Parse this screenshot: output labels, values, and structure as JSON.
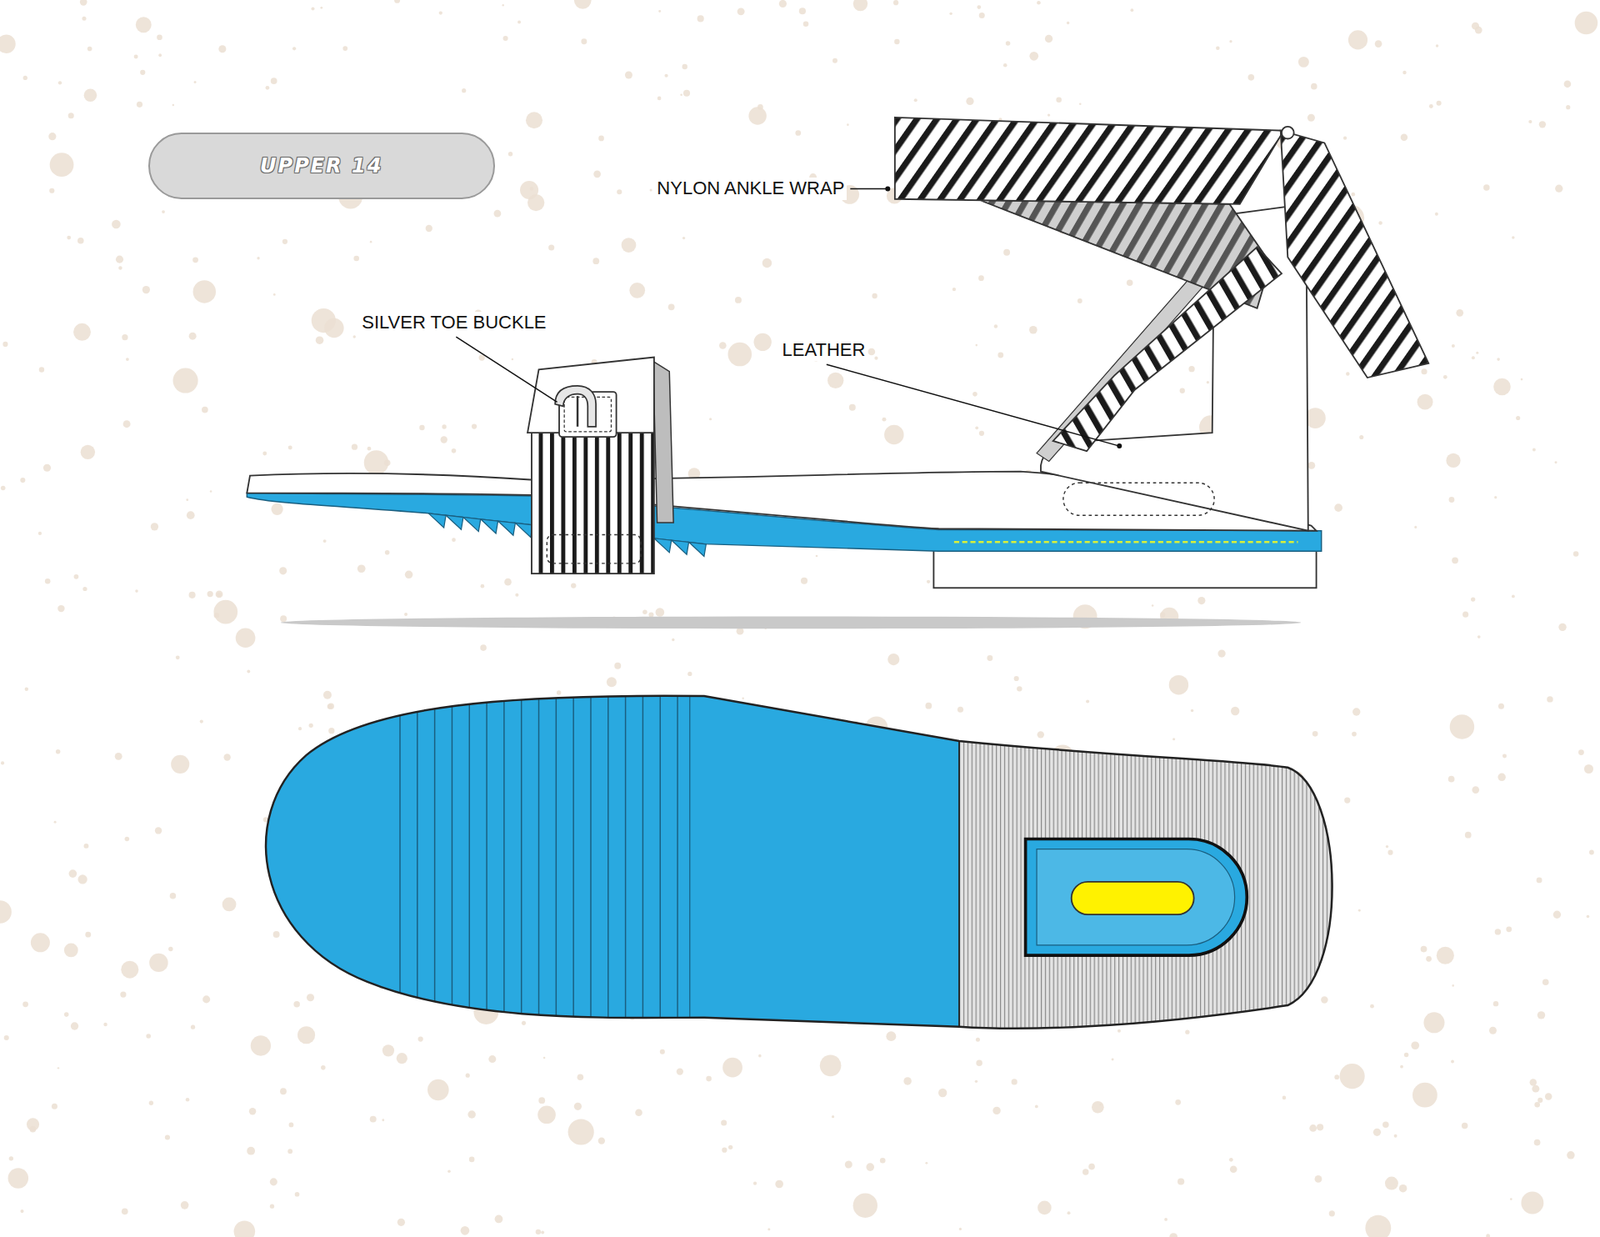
{
  "diagram": {
    "nodes": [
      {
        "text": [
          "UPPER 14"
        ]
      }
    ],
    "labels": [
      "NYLON ANKLE WRAP",
      "SILVER TOE BUCKLE",
      "LEATHER"
    ]
  }
}
